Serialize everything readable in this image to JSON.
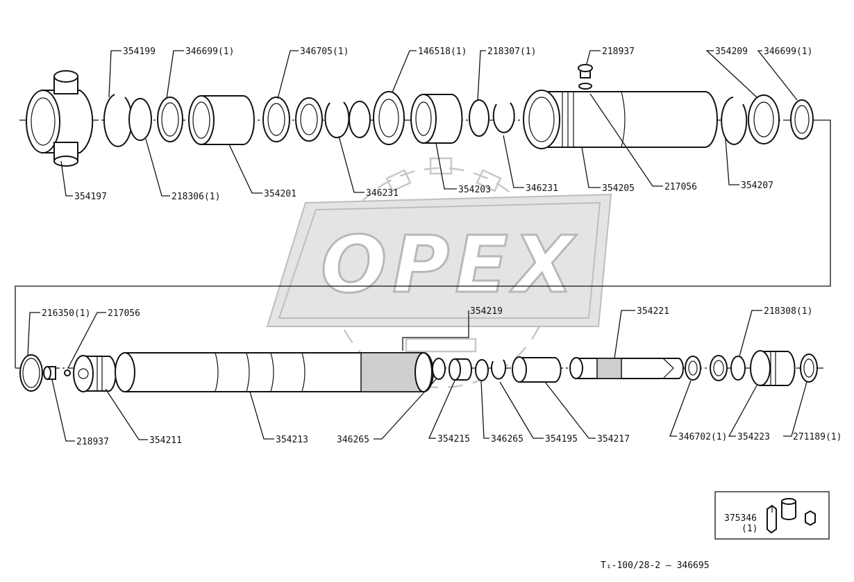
{
  "watermark": {
    "brand": "OPEX"
  },
  "row1_labels": {
    "l354199": "354199",
    "l346699a": "346699(1)",
    "l346705": "346705(1)",
    "l146518": "146518(1)",
    "l218307": "218307(1)",
    "l218937a": "218937",
    "l354209": "354209",
    "l346699b": "346699(1)",
    "l354197": "354197",
    "l218306": "218306(1)",
    "l354201": "354201",
    "l346231a": "346231",
    "l354203": "354203",
    "l346231b": "346231",
    "l354205": "354205",
    "l217056a": "217056",
    "l354207": "354207"
  },
  "row2_labels": {
    "l216350": "216350(1)",
    "l217056b": "217056",
    "l354219": "354219",
    "l354221": "354221",
    "l218308": "218308(1)",
    "l218937b": "218937",
    "l354211": "354211",
    "l354213": "354213",
    "l346265a": "346265",
    "l354215": "354215",
    "l346265b": "346265",
    "l354195": "354195",
    "l354217": "354217",
    "l346702": "346702(1)",
    "l354223": "354223",
    "l271189": "271189(1)"
  },
  "kit": {
    "part_number": "375346",
    "quantity": "(1)"
  },
  "footer": {
    "drawing_code": "T₁-100/28-2 — 346695"
  }
}
